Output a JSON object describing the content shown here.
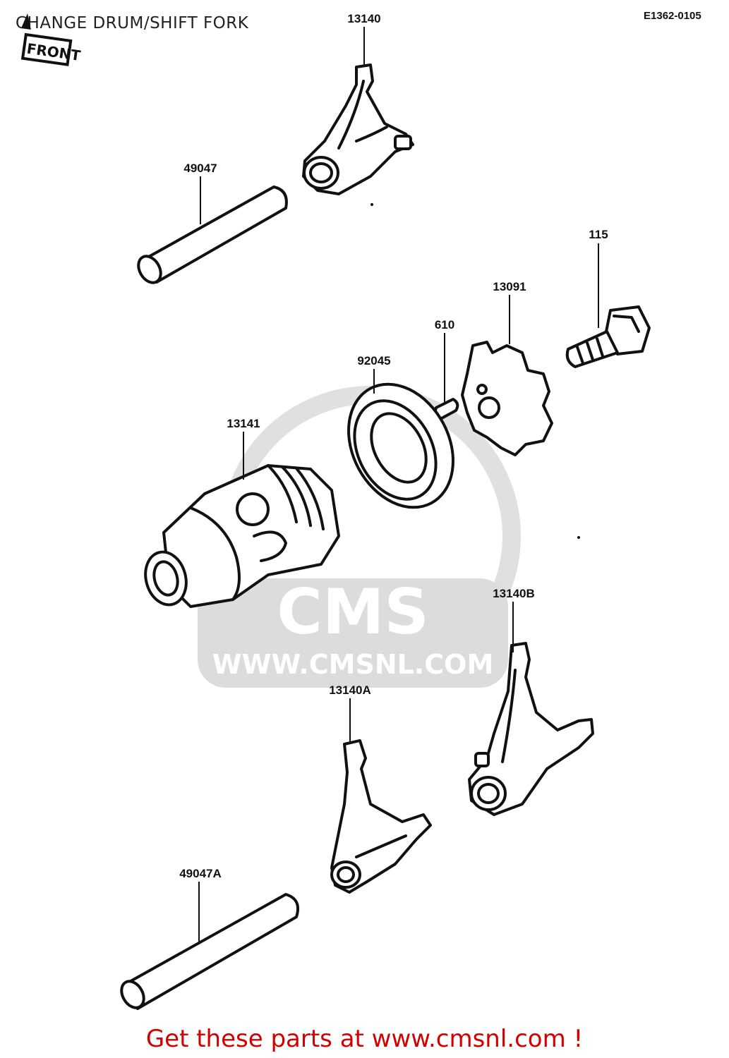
{
  "diagram": {
    "title": "CHANGE DRUM/SHIFT FORK",
    "reference_code": "E1362-0105",
    "front_indicator": "FRONT",
    "watermark": {
      "brand": "CMS",
      "url": "WWW.CMSNL.COM"
    },
    "parts": [
      {
        "id": "p13140",
        "number": "13140"
      },
      {
        "id": "p49047",
        "number": "49047"
      },
      {
        "id": "p115",
        "number": "115"
      },
      {
        "id": "p13091",
        "number": "13091"
      },
      {
        "id": "p610",
        "number": "610"
      },
      {
        "id": "p92045",
        "number": "92045"
      },
      {
        "id": "p13141",
        "number": "13141"
      },
      {
        "id": "p13140B",
        "number": "13140B"
      },
      {
        "id": "p13140A",
        "number": "13140A"
      },
      {
        "id": "p49047A",
        "number": "49047A"
      }
    ],
    "footer": "Get these parts at www.cmsnl.com !"
  }
}
